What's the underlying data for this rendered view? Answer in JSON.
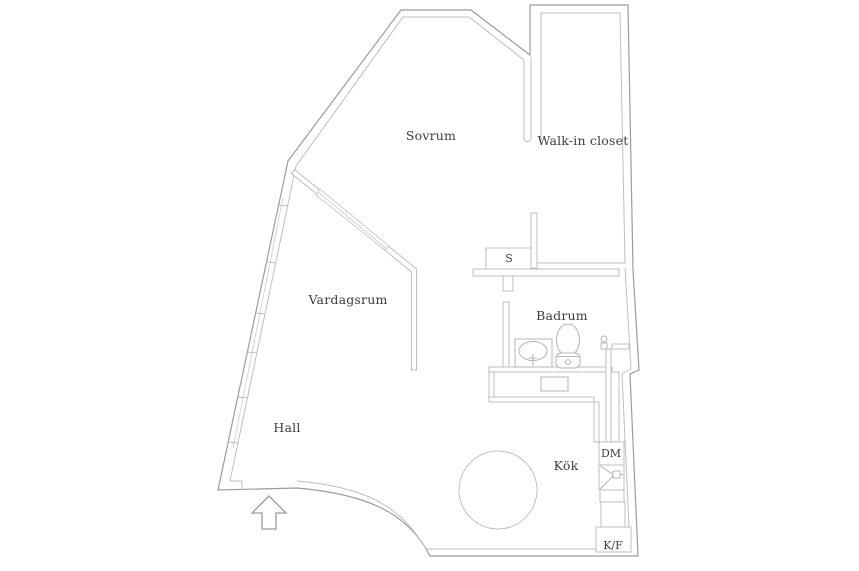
{
  "floor_plan": {
    "type": "apartment-floor-plan",
    "labels": {
      "sovrum": "Sovrum",
      "walk_in_closet": "Walk-in closet",
      "vardagsrum": "Vardagsrum",
      "hall": "Hall",
      "badrum": "Badrum",
      "kok": "Kök",
      "s": "S",
      "dm": "DM",
      "kf": "K/F"
    },
    "icons": {
      "entrance": "entrance-arrow-icon",
      "toilet": "toilet-icon",
      "bathroom_sink": "bathroom-sink-icon",
      "shower": "shower-icon",
      "kitchen_sink": "kitchen-sink-icon",
      "table": "round-table-icon",
      "washer": "appliance-icon",
      "glass_partition": "glass-partition-icon",
      "windows": "window-segment-icon"
    },
    "colors": {
      "wall_outer": "#9c9c9c",
      "wall_inner": "#bfbfbf",
      "detail": "#c6c6c6",
      "text": "#3d3d3d",
      "background": "#ffffff"
    }
  }
}
